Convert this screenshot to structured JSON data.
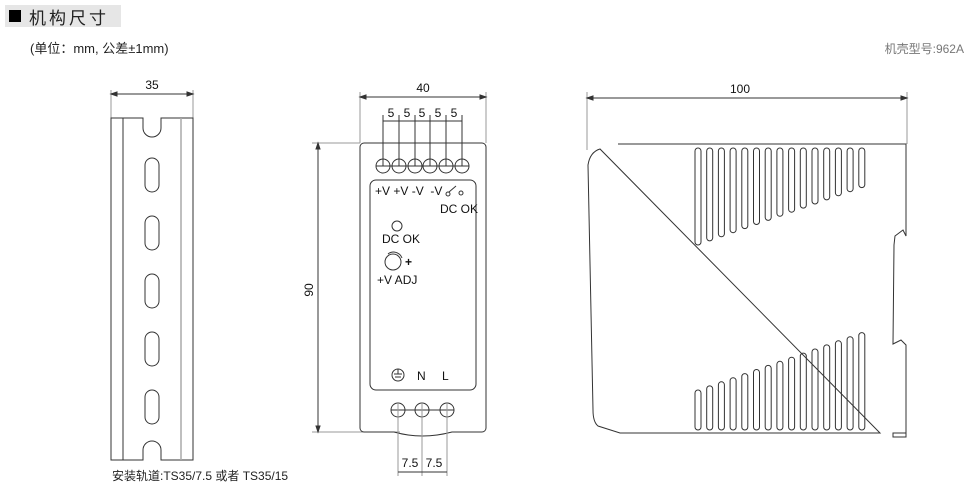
{
  "header": {
    "title": "机构尺寸"
  },
  "unit_note": "(单位：mm, 公差±1mm)",
  "model": "机壳型号:962A",
  "rail_note": "安装轨道:TS35/7.5 或者 TS35/15",
  "dims": {
    "rail_width": "35",
    "front_width": "40",
    "pitch": [
      "5",
      "5",
      "5",
      "5",
      "5"
    ],
    "height": "90",
    "depth": "100",
    "input_pitch": [
      "7.5",
      "7.5"
    ]
  },
  "labels": {
    "outputs": "+V +V -V  -V",
    "dc_ok_relay": "DC OK",
    "dc_ok_led": "DC OK",
    "adj_plus": "+",
    "adj": "+V ADJ",
    "n": "N",
    "l": "L"
  }
}
